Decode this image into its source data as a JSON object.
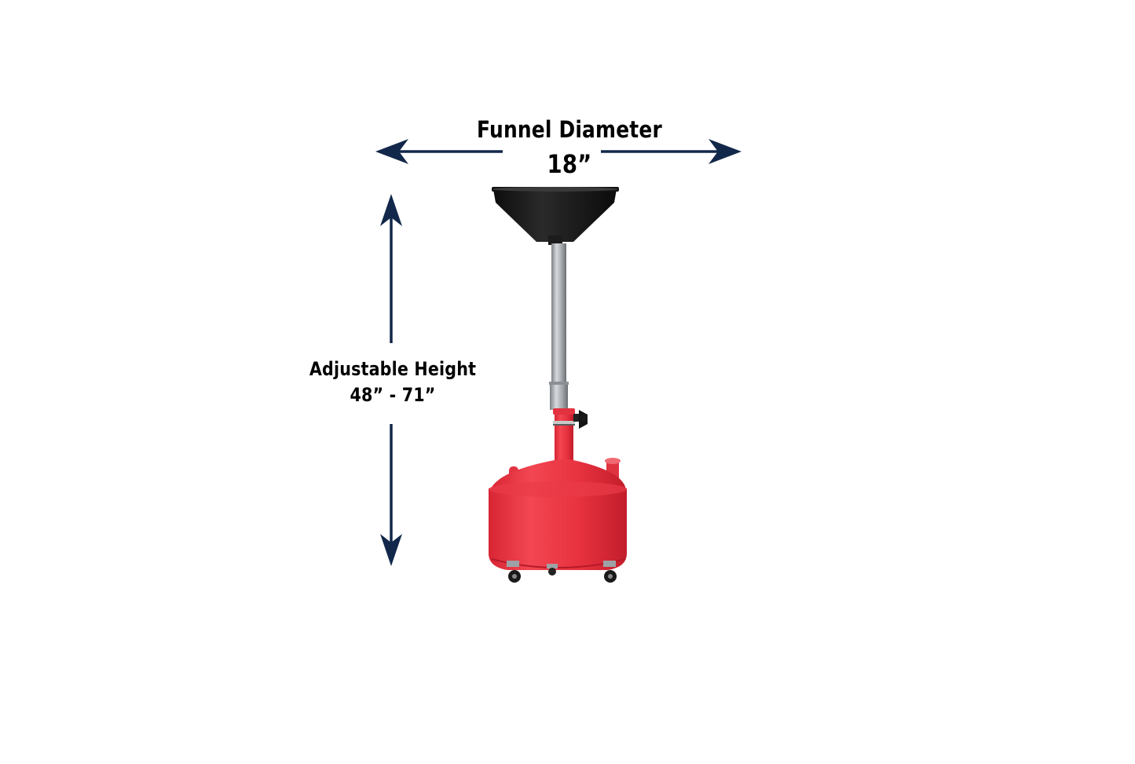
{
  "funnel": {
    "title": "Funnel Diameter",
    "value": "18”"
  },
  "height": {
    "title": "Adjustable Height",
    "value": "48” - 71”"
  },
  "colors": {
    "arrow": "#12284a",
    "tank": "#e8323f",
    "funnel": "#1a1a1a",
    "pipe": "#a7abb0"
  },
  "icons": {
    "horizontal_arrow": "double-headed-horizontal-arrow",
    "vertical_arrow": "double-headed-vertical-arrow",
    "product": "oil-drain-dolly"
  }
}
